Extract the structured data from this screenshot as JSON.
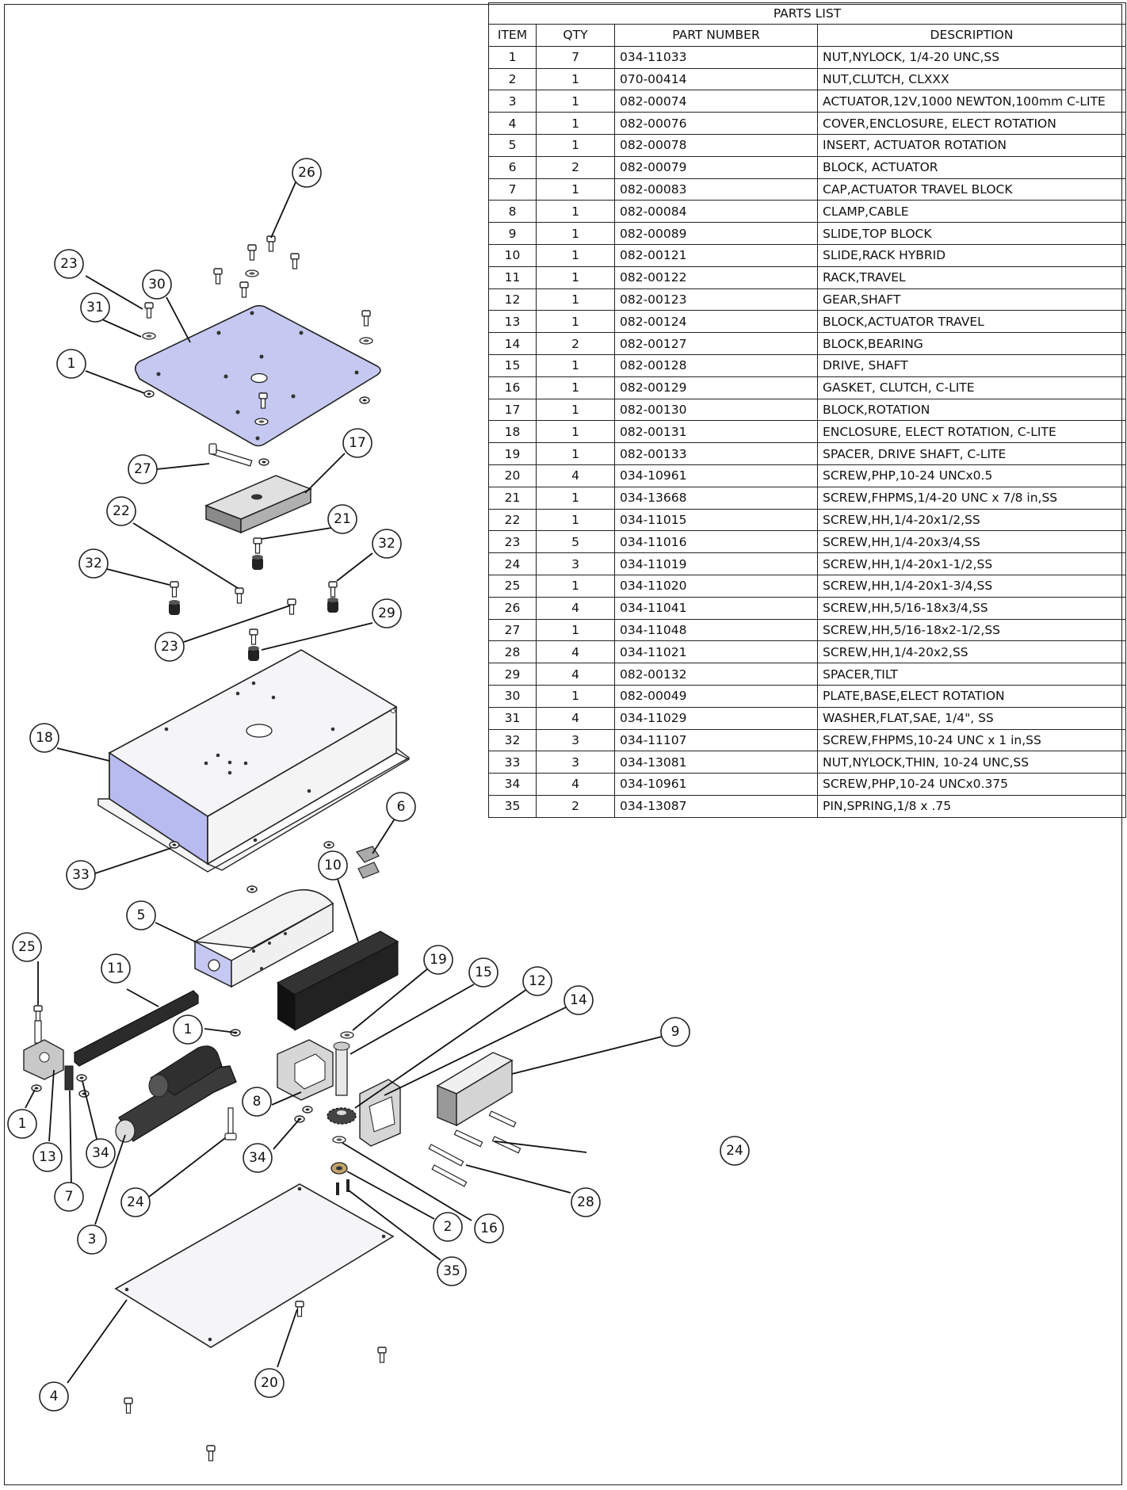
{
  "parts_list": {
    "title": "PARTS LIST",
    "headers": [
      "ITEM",
      "QTY",
      "PART NUMBER",
      "DESCRIPTION"
    ],
    "rows": [
      [
        "1",
        "7",
        "034-11033",
        "NUT,NYLOCK, 1/4-20 UNC,SS"
      ],
      [
        "2",
        "1",
        "070-00414",
        "NUT,CLUTCH, CLXXX"
      ],
      [
        "3",
        "1",
        "082-00074",
        "ACTUATOR,12V,1000 NEWTON,100mm C-LITE"
      ],
      [
        "4",
        "1",
        "082-00076",
        "COVER,ENCLOSURE, ELECT ROTATION"
      ],
      [
        "5",
        "1",
        "082-00078",
        "INSERT, ACTUATOR ROTATION"
      ],
      [
        "6",
        "2",
        "082-00079",
        "BLOCK, ACTUATOR"
      ],
      [
        "7",
        "1",
        "082-00083",
        "CAP,ACTUATOR TRAVEL BLOCK"
      ],
      [
        "8",
        "1",
        "082-00084",
        "CLAMP,CABLE"
      ],
      [
        "9",
        "1",
        "082-00089",
        "SLIDE,TOP BLOCK"
      ],
      [
        "10",
        "1",
        "082-00121",
        "SLIDE,RACK HYBRID"
      ],
      [
        "11",
        "1",
        "082-00122",
        "RACK,TRAVEL"
      ],
      [
        "12",
        "1",
        "082-00123",
        "GEAR,SHAFT"
      ],
      [
        "13",
        "1",
        "082-00124",
        "BLOCK,ACTUATOR TRAVEL"
      ],
      [
        "14",
        "2",
        "082-00127",
        "BLOCK,BEARING"
      ],
      [
        "15",
        "1",
        "082-00128",
        "DRIVE, SHAFT"
      ],
      [
        "16",
        "1",
        "082-00129",
        "GASKET, CLUTCH, C-LITE"
      ],
      [
        "17",
        "1",
        "082-00130",
        "BLOCK,ROTATION"
      ],
      [
        "18",
        "1",
        "082-00131",
        "ENCLOSURE, ELECT ROTATION, C-LITE"
      ],
      [
        "19",
        "1",
        "082-00133",
        "SPACER, DRIVE SHAFT, C-LITE"
      ],
      [
        "20",
        "4",
        "034-10961",
        "SCREW,PHP,10-24 UNCx0.5"
      ],
      [
        "21",
        "1",
        "034-13668",
        "SCREW,FHPMS,1/4-20 UNC x 7/8 in,SS"
      ],
      [
        "22",
        "1",
        "034-11015",
        "SCREW,HH,1/4-20x1/2,SS"
      ],
      [
        "23",
        "5",
        "034-11016",
        "SCREW,HH,1/4-20x3/4,SS"
      ],
      [
        "24",
        "3",
        "034-11019",
        "SCREW,HH,1/4-20x1-1/2,SS"
      ],
      [
        "25",
        "1",
        "034-11020",
        "SCREW,HH,1/4-20x1-3/4,SS"
      ],
      [
        "26",
        "4",
        "034-11041",
        "SCREW,HH,5/16-18x3/4,SS"
      ],
      [
        "27",
        "1",
        "034-11048",
        "SCREW,HH,5/16-18x2-1/2,SS"
      ],
      [
        "28",
        "4",
        "034-11021",
        "SCREW,HH,1/4-20x2,SS"
      ],
      [
        "29",
        "4",
        "082-00132",
        "SPACER,TILT"
      ],
      [
        "30",
        "1",
        "082-00049",
        "PLATE,BASE,ELECT ROTATION"
      ],
      [
        "31",
        "4",
        "034-11029",
        "WASHER,FLAT,SAE, 1/4\", SS"
      ],
      [
        "32",
        "3",
        "034-11107",
        "SCREW,FHPMS,10-24 UNC x 1 in,SS"
      ],
      [
        "33",
        "3",
        "034-13081",
        "NUT,NYLOCK,THIN, 10-24 UNC,SS"
      ],
      [
        "34",
        "4",
        "034-10961",
        "SCREW,PHP,10-24 UNCx0.375"
      ],
      [
        "35",
        "2",
        "034-13087",
        "PIN,SPRING,1/8 x .75"
      ]
    ]
  },
  "balloons": [
    "26",
    "23",
    "30",
    "31",
    "1",
    "17",
    "27",
    "22",
    "21",
    "32",
    "32",
    "29",
    "23",
    "18",
    "6",
    "33",
    "10",
    "5",
    "25",
    "11",
    "19",
    "15",
    "12",
    "14",
    "9",
    "1",
    "1",
    "13",
    "34",
    "8",
    "34",
    "24",
    "7",
    "24",
    "28",
    "3",
    "2",
    "16",
    "35",
    "4",
    "20"
  ],
  "colors": {
    "tint": "#c5c8f0",
    "tint_dark": "#a8acea",
    "line": "#222222"
  }
}
